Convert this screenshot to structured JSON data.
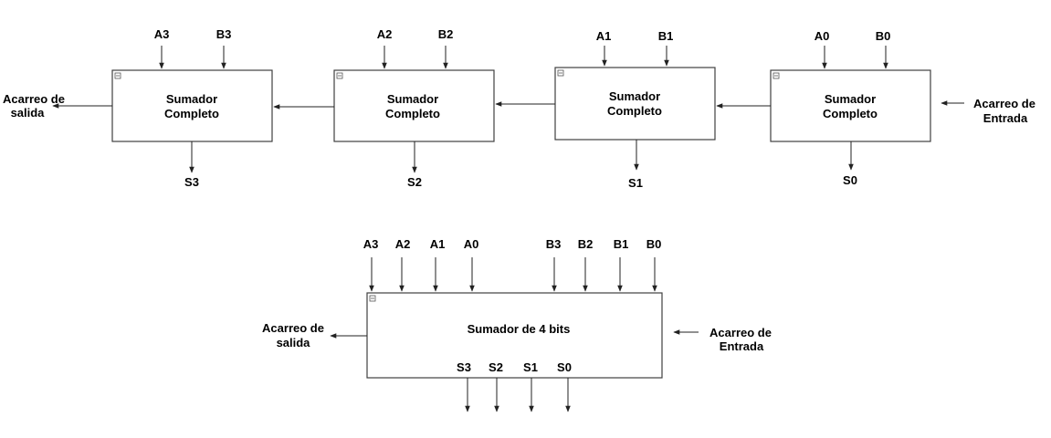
{
  "ripple_adder": {
    "blocks": [
      {
        "line1": "Sumador",
        "line2": "Completo",
        "input_a": "A3",
        "input_b": "B3",
        "output": "S3"
      },
      {
        "line1": "Sumador",
        "line2": "Completo",
        "input_a": "A2",
        "input_b": "B2",
        "output": "S2"
      },
      {
        "line1": "Sumador",
        "line2": "Completo",
        "input_a": "A1",
        "input_b": "B1",
        "output": "S1"
      },
      {
        "line1": "Sumador",
        "line2": "Completo",
        "input_a": "A0",
        "input_b": "B0",
        "output": "S0"
      }
    ],
    "carry_out": {
      "line1": "Acarreo de",
      "line2": "salida"
    },
    "carry_in": {
      "line1": "Acarreo de",
      "line2": "Entrada"
    }
  },
  "four_bit_adder": {
    "title": "Sumador de 4 bits",
    "inputs": [
      "A3",
      "A2",
      "A1",
      "A0",
      "B3",
      "B2",
      "B1",
      "B0"
    ],
    "outputs": [
      "S3",
      "S2",
      "S1",
      "S0"
    ],
    "carry_out": {
      "line1": "Acarreo de",
      "line2": "salida"
    },
    "carry_in": {
      "line1": "Acarreo de",
      "line2": "Entrada"
    }
  }
}
